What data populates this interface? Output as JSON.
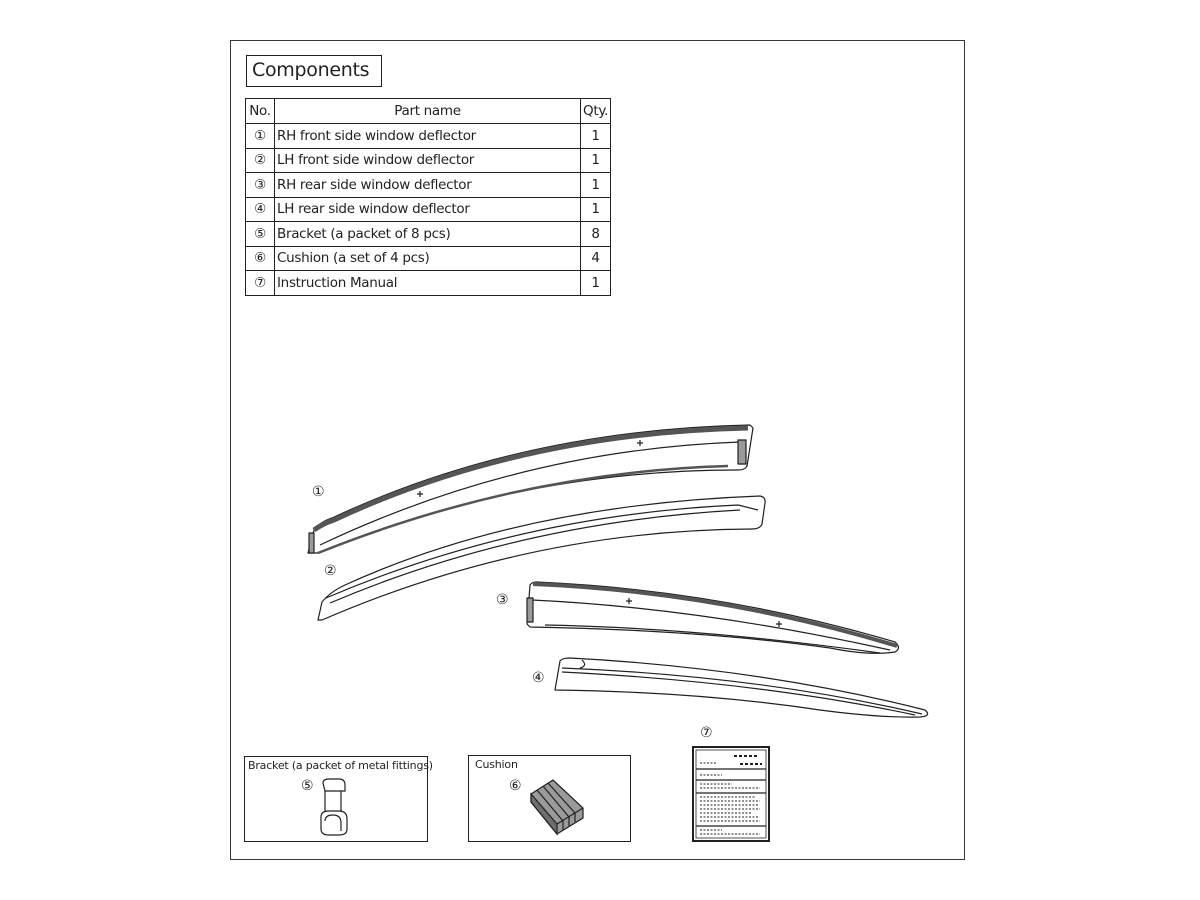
{
  "document": {
    "title": "Components",
    "table": {
      "headers": {
        "no": "No.",
        "part_name": "Part name",
        "qty": "Qty."
      },
      "rows": [
        {
          "no": "①",
          "part_name": "RH front side window deflector",
          "qty": "1"
        },
        {
          "no": "②",
          "part_name": "LH front side window deflector",
          "qty": "1"
        },
        {
          "no": "③",
          "part_name": "RH rear side window deflector",
          "qty": "1"
        },
        {
          "no": "④",
          "part_name": "LH rear side window deflector",
          "qty": "1"
        },
        {
          "no": "⑤",
          "part_name": "Bracket (a packet of 8 pcs)",
          "qty": "8"
        },
        {
          "no": "⑥",
          "part_name": "Cushion (a set of 4 pcs)",
          "qty": "4"
        },
        {
          "no": "⑦",
          "part_name": "Instruction Manual",
          "qty": "1"
        }
      ]
    },
    "illustration": {
      "callouts": [
        "①",
        "②",
        "③",
        "④",
        "⑤",
        "⑥",
        "⑦"
      ],
      "bracket_box": {
        "caption": "Bracket (a packet of metal fittings)",
        "callout": "⑤"
      },
      "cushion_box": {
        "caption": "Cushion",
        "callout": "⑥"
      },
      "manual": {
        "callout": "⑦"
      }
    }
  }
}
